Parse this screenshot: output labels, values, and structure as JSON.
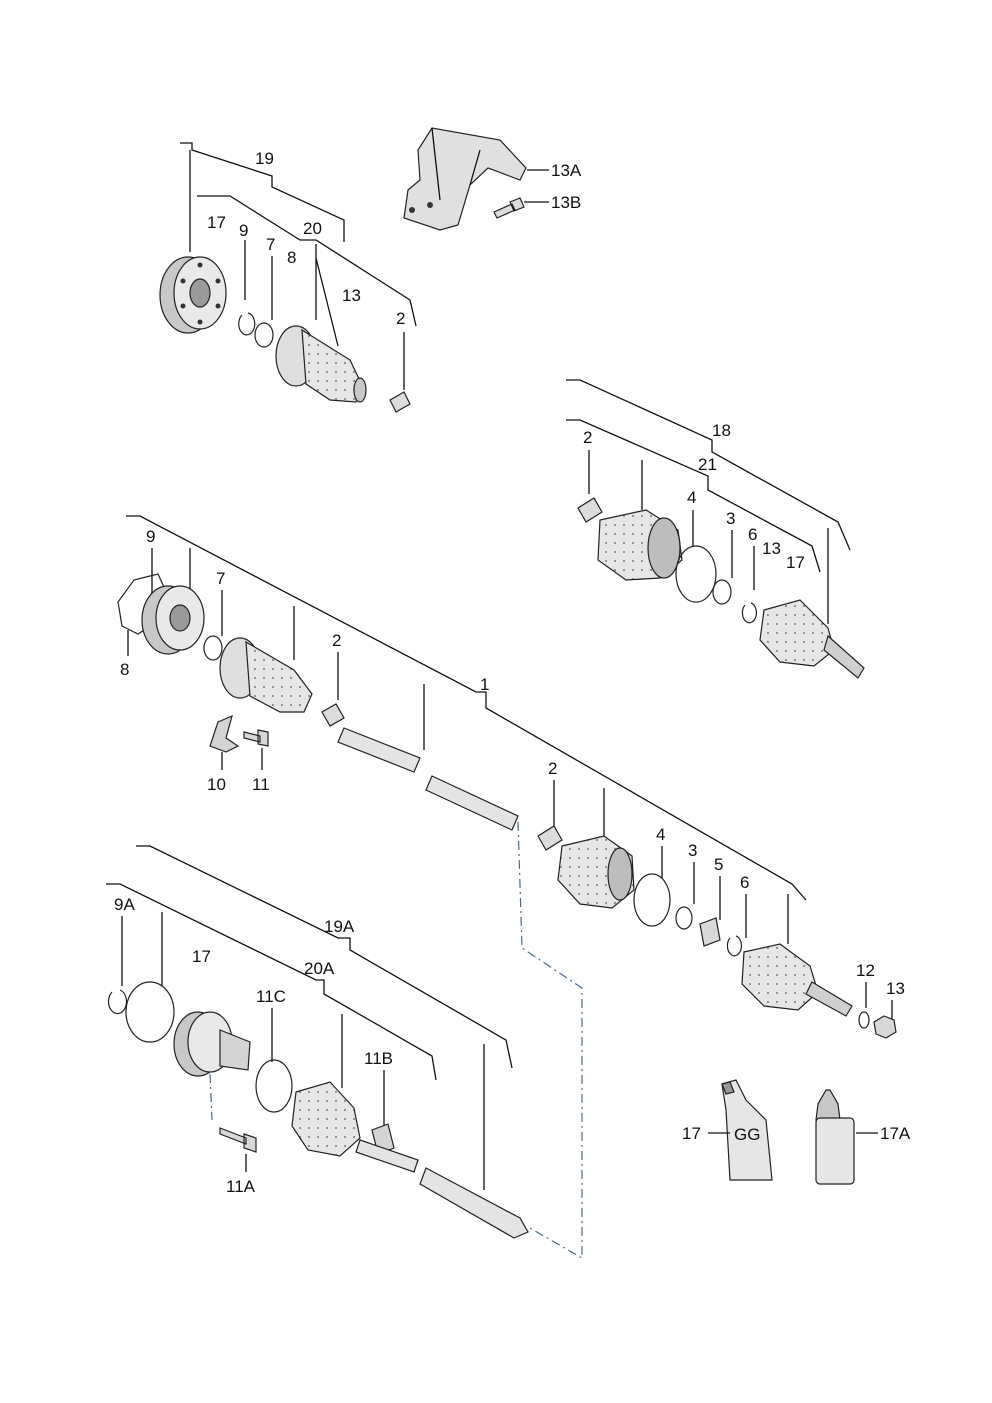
{
  "labels": {
    "l19": "19",
    "l20": "20",
    "l17a": "17",
    "l9a": "9",
    "l7a": "7",
    "l8a": "8",
    "l13a": "13",
    "l2a": "2",
    "l13A": "13A",
    "l13B": "13B",
    "l18": "18",
    "l21": "21",
    "l2b": "2",
    "l4b": "4",
    "l3b": "3",
    "l6b": "6",
    "l13b2": "13",
    "l17b": "17",
    "l9": "9",
    "l7": "7",
    "l8": "8",
    "l2c": "2",
    "l1": "1",
    "l10": "10",
    "l11": "11",
    "l2d": "2",
    "l4d": "4",
    "l3d": "3",
    "l5d": "5",
    "l6d": "6",
    "l12": "12",
    "l13d": "13",
    "l9A": "9A",
    "l17e": "17",
    "l19A": "19A",
    "l20A": "20A",
    "l11C": "11C",
    "l11B": "11B",
    "l11A": "11A",
    "l17f": "17",
    "l17A": "17A",
    "tube_text": "GG"
  },
  "colors": {
    "part": "#e9e9e9",
    "shade": "#c8c8c8",
    "dark": "#9a9a9a",
    "line": "#111111",
    "dash": "#4a6a8a"
  },
  "icons": [
    "flange-icon",
    "boot-icon",
    "clamp-icon",
    "circlip-icon",
    "washer-icon",
    "bolt-icon",
    "shaft-icon",
    "grease-tube-icon",
    "bottle-icon",
    "heat-shield-icon"
  ]
}
